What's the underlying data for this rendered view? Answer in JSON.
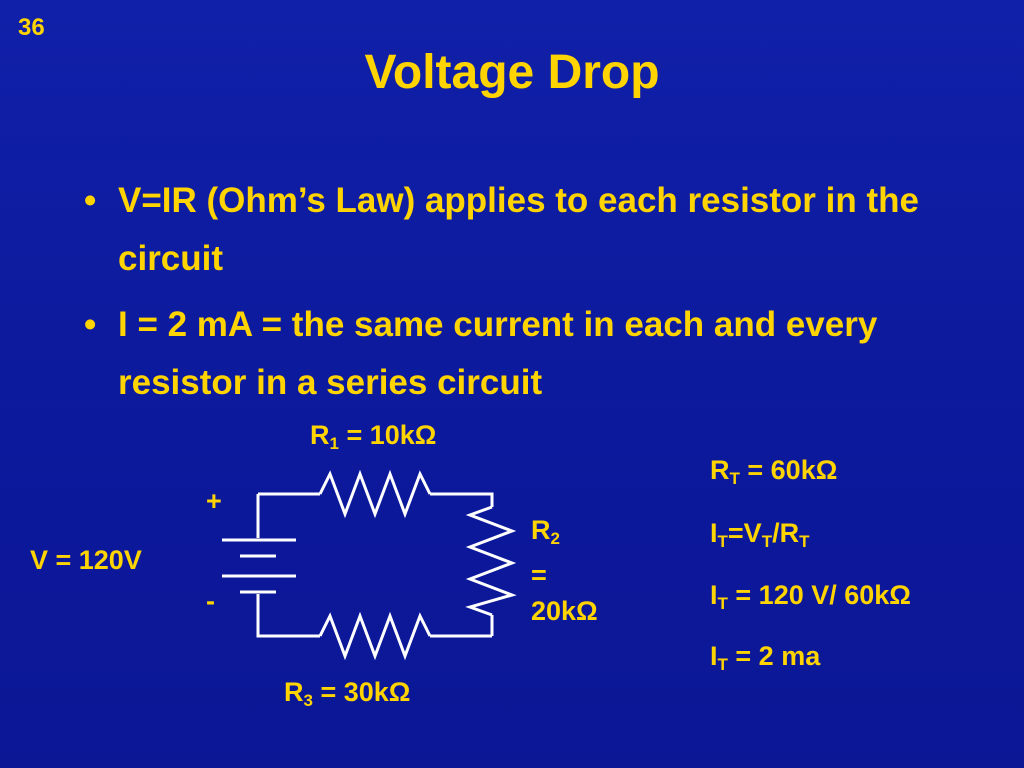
{
  "slide": {
    "number": "36",
    "title": "Voltage Drop",
    "bullets": [
      "V=IR (Ohm’s Law) applies to each resistor in the circuit",
      "I = 2 mA = the same current in each and every resistor in a series circuit"
    ]
  },
  "circuit": {
    "r1": {
      "symbol": "R",
      "sub": "1",
      "value": " = 10kΩ"
    },
    "r2": {
      "symbol": "R",
      "sub": "2",
      "eq": "=",
      "value": "20kΩ"
    },
    "r3": {
      "symbol": "R",
      "sub": "3",
      "value": " = 30kΩ"
    },
    "source": "V = 120V",
    "plus": "+",
    "minus": "-"
  },
  "calc": [
    {
      "pre": "R",
      "sub1": "T",
      "mid": " = 60kΩ",
      "sub2": "",
      "mid2": "",
      "sub3": ""
    },
    {
      "pre": "I",
      "sub1": "T",
      "mid": "=V",
      "sub2": "T",
      "mid2": "/R",
      "sub3": "T"
    },
    {
      "pre": "I",
      "sub1": "T",
      "mid": " = 120 V/ 60kΩ",
      "sub2": "",
      "mid2": "",
      "sub3": ""
    },
    {
      "pre": "I",
      "sub1": "T",
      "mid": " = 2 ma",
      "sub2": "",
      "mid2": "",
      "sub3": ""
    }
  ],
  "colors": {
    "background": "#0d1aa0",
    "text": "#ffd400",
    "wire": "#ffffff"
  }
}
